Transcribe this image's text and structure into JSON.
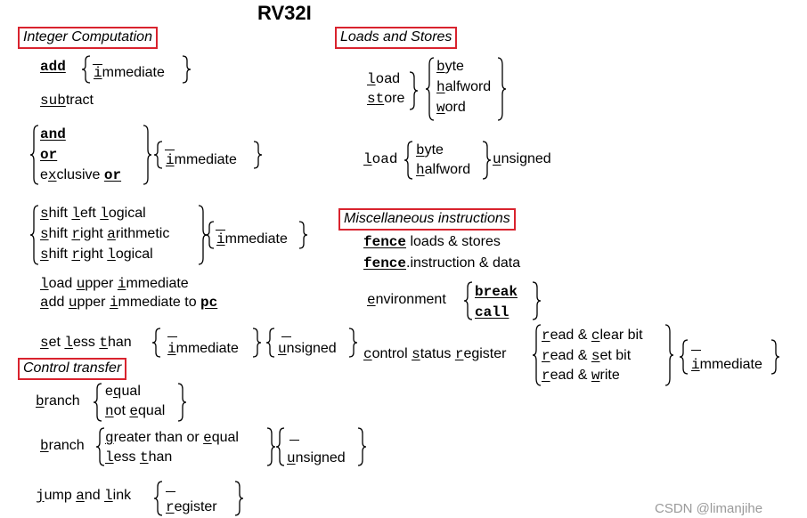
{
  "title": "RV32I",
  "sections": {
    "integer": "Integer Computation",
    "loads": "Loads and Stores",
    "misc": "Miscellaneous instructions",
    "control": "Control transfer"
  },
  "integer": {
    "add_u": "add",
    "immediate_i": "i",
    "immediate_rest": "mmediate",
    "sub_u": "sub",
    "sub_rest": "tract",
    "and": "and",
    "or": "or",
    "ex_pre": "e",
    "ex_u": "x",
    "ex_mid": "clusive ",
    "ex_or": "or",
    "sll_s": "s",
    "sll_mid": "hift ",
    "sll_l1": "l",
    "sll_mid2": "eft ",
    "sll_l2": "l",
    "sll_rest": "ogical",
    "sra_s": "s",
    "sra_mid": "hift ",
    "sra_r": "r",
    "sra_mid2": "ight ",
    "sra_a": "a",
    "sra_rest": "rithmetic",
    "srl_s": "s",
    "srl_mid": "hift ",
    "srl_r": "r",
    "srl_mid2": "ight ",
    "srl_l": "l",
    "srl_rest": "ogical",
    "lui_l": "l",
    "lui_mid": "oad ",
    "lui_u": "u",
    "lui_mid2": "pper ",
    "lui_i": "i",
    "lui_rest": "mmediate",
    "auipc_a": "a",
    "auipc_mid": "dd ",
    "auipc_u": "u",
    "auipc_mid2": "pper ",
    "auipc_i": "i",
    "auipc_mid3": "mmediate to ",
    "auipc_pc": "pc",
    "slt_s": "s",
    "slt_mid": "et ",
    "slt_l": "l",
    "slt_mid2": "ess ",
    "slt_t": "t",
    "slt_rest": "han",
    "unsigned_u": "u",
    "unsigned_rest": "nsigned"
  },
  "control": {
    "branch_b": "b",
    "branch_rest": "ranch",
    "eq_pre": "e",
    "eq_u": "q",
    "eq_rest": "ual",
    "ne_n": "n",
    "ne_mid": "ot ",
    "ne_e": "e",
    "ne_rest": "qual",
    "ge_g": "g",
    "ge_mid": "reater than or ",
    "ge_e": "e",
    "ge_rest": "qual",
    "lt_l": "l",
    "lt_mid": "ess ",
    "lt_t": "t",
    "lt_rest": "han",
    "jal_j": "j",
    "jal_mid": "ump ",
    "jal_a": "a",
    "jal_mid2": "nd ",
    "jal_l": "l",
    "jal_rest": "ink",
    "reg_r": "r",
    "reg_rest": "egister"
  },
  "loads": {
    "load_l": "l",
    "load_o": "o",
    "load_ad": "ad",
    "store_s": "s",
    "store_t": "t",
    "store_ore": "ore",
    "byte_b": "b",
    "byte_rest": "yte",
    "half_h": "h",
    "half_rest": "alfword",
    "word_w": "w",
    "word_rest": "ord",
    "load2_l": "l",
    "load2_rest": "oad",
    "unsigned_u": "u",
    "unsigned_rest": "nsigned"
  },
  "misc": {
    "fence1": "fence",
    "fence1_rest": " loads & stores",
    "fence2": "fence",
    "fence2_rest": ".instruction & data",
    "env_e": "e",
    "env_rest": "nvironment",
    "break": "break",
    "call": "call",
    "csr_c": "c",
    "csr_mid": "ontrol ",
    "csr_s": "s",
    "csr_mid2": "tatus ",
    "csr_r": "r",
    "csr_rest": "egister",
    "rc_r": "r",
    "rc_mid": "ead & ",
    "rc_c": "c",
    "rc_rest": "lear bit",
    "rs_r": "r",
    "rs_mid": "ead & ",
    "rs_s": "s",
    "rs_rest": "et bit",
    "rw_r": "r",
    "rw_mid": "ead & ",
    "rw_w": "w",
    "rw_rest": "rite"
  },
  "watermark": "CSDN @limanjihe"
}
